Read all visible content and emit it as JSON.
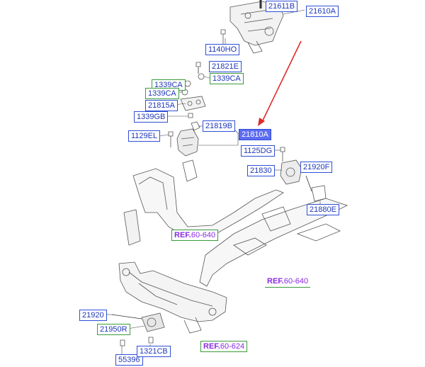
{
  "labels": {
    "l21611b": "21611B",
    "l21610a": "21610A",
    "l1140ho": "1140HO",
    "l21821e": "21821E",
    "l1339ca_a": "1339CA",
    "l1339ca_b": "1339CA",
    "l1339ca_c": "1339CA",
    "l21815a": "21815A",
    "l1339gb": "1339GB",
    "l21819b": "21819B",
    "l21810a": "21810A",
    "l1129el": "1129EL",
    "l1125dg": "1125DG",
    "l21830": "21830",
    "l21920f": "21920F",
    "l21880e": "21880E",
    "l21920": "21920",
    "l21950r": "21950R",
    "l55396": "55396",
    "l1321cb": "1321CB"
  },
  "refs": {
    "ref1_prefix": "REF.",
    "ref1_code": "60-640",
    "ref2_prefix": "REF.",
    "ref2_code": "60-640",
    "ref3_prefix": "REF.",
    "ref3_code": "60-624"
  },
  "colors": {
    "label_border": "#2e4fd6",
    "label_text": "#1f37b8",
    "label_green_border": "#3a9b3a",
    "highlight_fill": "#5d6cf0",
    "ref_text": "#8a2be2",
    "arrow": "#e02a2a"
  }
}
